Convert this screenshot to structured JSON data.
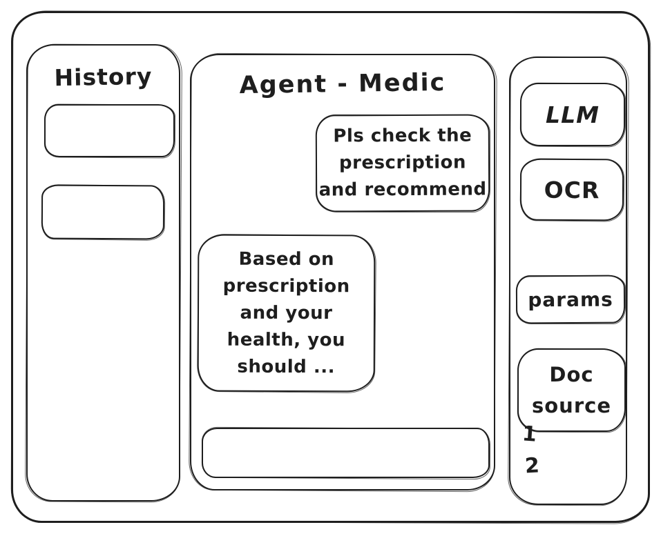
{
  "app": {
    "background": "#ffffff",
    "stroke_color": "#1e1e1e",
    "style": "hand-drawn wireframe"
  },
  "history_panel": {
    "title": "History",
    "items": [
      {
        "label": ""
      },
      {
        "label": ""
      }
    ]
  },
  "chat_panel": {
    "title": "Agent - Medic",
    "messages": [
      {
        "role": "user",
        "lines": [
          "Pls check the",
          "prescription",
          "and recommend"
        ],
        "text": "Pls check the prescription and recommend"
      },
      {
        "role": "assistant",
        "lines": [
          "Based on",
          "prescription",
          "and your",
          "health, you",
          "should ..."
        ],
        "text": "Based on prescription and your health, you should ..."
      }
    ],
    "input": {
      "value": "",
      "placeholder": ""
    }
  },
  "tools_panel": {
    "llm_label": "LLM",
    "ocr_label": "OCR",
    "params_label": "params",
    "doc_source_lines": [
      "Doc",
      "source"
    ],
    "doc_source_label": "Doc source",
    "doc_items": [
      "1",
      "2"
    ]
  }
}
